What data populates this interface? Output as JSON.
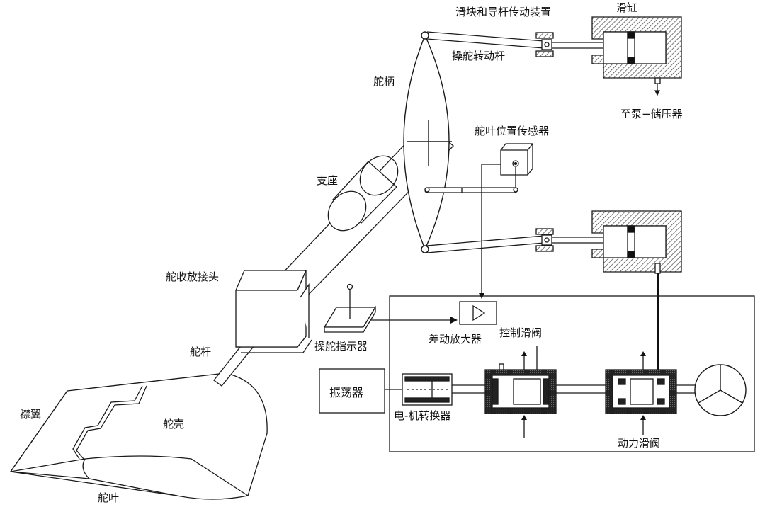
{
  "labels": {
    "slider_guide": "滑块和导杆传动装置",
    "cylinder": "滑缸",
    "tiller_rod": "操舵转动杆",
    "to_pump": "至泵−储压器",
    "tiller": "舵柄",
    "position_sensor": "舵叶位置传感器",
    "support": "支座",
    "retract_joint": "舵收放接头",
    "rudder_stock": "舵杆",
    "indicator": "操舵指示器",
    "diff_amp": "差动放大器",
    "control_valve": "控制滑阀",
    "oscillator": "振荡器",
    "converter": "电-机转换器",
    "power_valve": "动力滑阀",
    "flap": "襟翼",
    "shell": "舵壳",
    "blade": "舵叶"
  },
  "colors": {
    "line": "#1a1a1a",
    "hatch": "#555555"
  }
}
